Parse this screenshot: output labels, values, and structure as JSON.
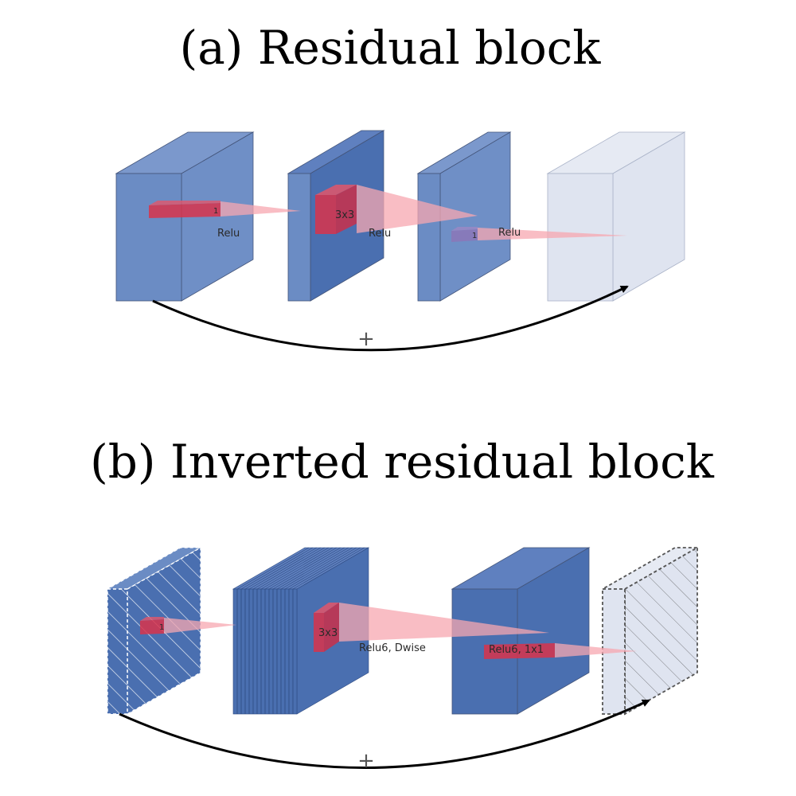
{
  "panel_a": {
    "title": "(a) Residual block",
    "kernel_1_label": "1",
    "kernel_2_label": "3x3",
    "kernel_3_label": "1",
    "act_1": "Relu",
    "act_2": "Relu",
    "act_3": "Relu",
    "skip_label": "+"
  },
  "panel_b": {
    "title": "(b) Inverted residual block",
    "kernel_1_label": "1",
    "kernel_2_label": "3x3",
    "act_2": "Relu6, Dwise",
    "act_3": "Relu6, 1x1",
    "skip_label": "+"
  },
  "colors": {
    "block_front": "#6b8cc4",
    "block_side": "#6b8cc4",
    "block_top": "#7b98cc",
    "block_dark": "#4a6fb0",
    "block_light": "#dfe4f0",
    "kernel": "#d8344b",
    "cone": "#f7a7b0",
    "arrow": "#000000"
  }
}
